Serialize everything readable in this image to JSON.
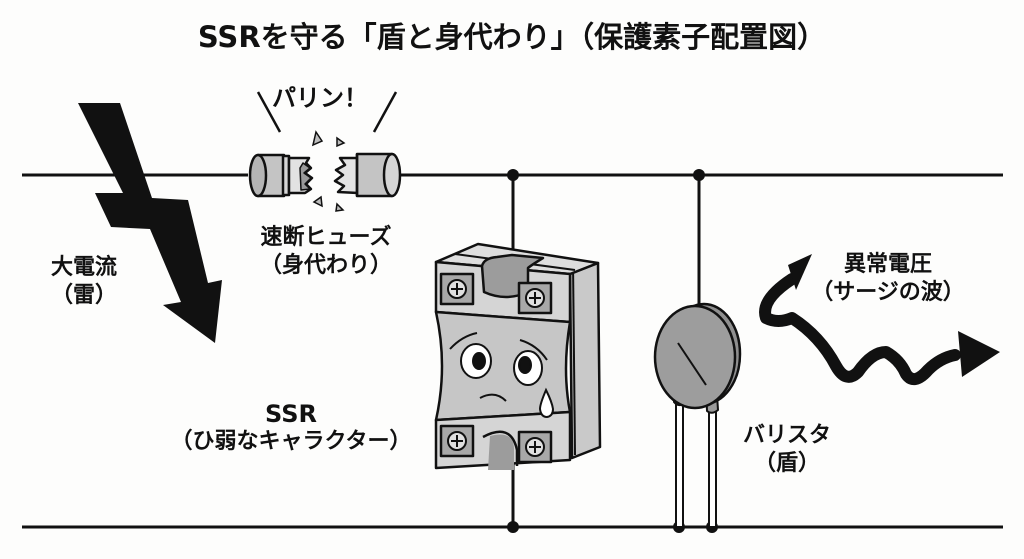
{
  "title": "SSRを守る「盾と身代わり」（保護素子配置図）",
  "labels": {
    "lightning": {
      "line1": "大電流",
      "line2": "（雷）"
    },
    "fuse_sound": "パリン！",
    "fuse": {
      "line1": "速断ヒューズ",
      "line2": "（身代わり）"
    },
    "ssr": {
      "line1": "SSR",
      "line2": "（ひ弱なキャラクター）"
    },
    "varistor": {
      "line1": "バリスタ",
      "line2": "（盾）"
    },
    "surge": {
      "line1": "異常電圧",
      "line2": "（サージの波）"
    }
  },
  "colors": {
    "ink": "#111111",
    "body_gray": "#bdbdbd",
    "light_gray": "#d9d9d9",
    "dark_gray": "#8f8f8f",
    "varistor_gray": "#9a9a9a",
    "background": "#fdfdfc"
  },
  "components": [
    {
      "name": "lightning-bolt",
      "meaning": "大電流（雷）"
    },
    {
      "name": "fast-blow-fuse",
      "state": "broken"
    },
    {
      "name": "ssr",
      "expression": "worried"
    },
    {
      "name": "varistor"
    },
    {
      "name": "surge-wave-arrow"
    }
  ]
}
